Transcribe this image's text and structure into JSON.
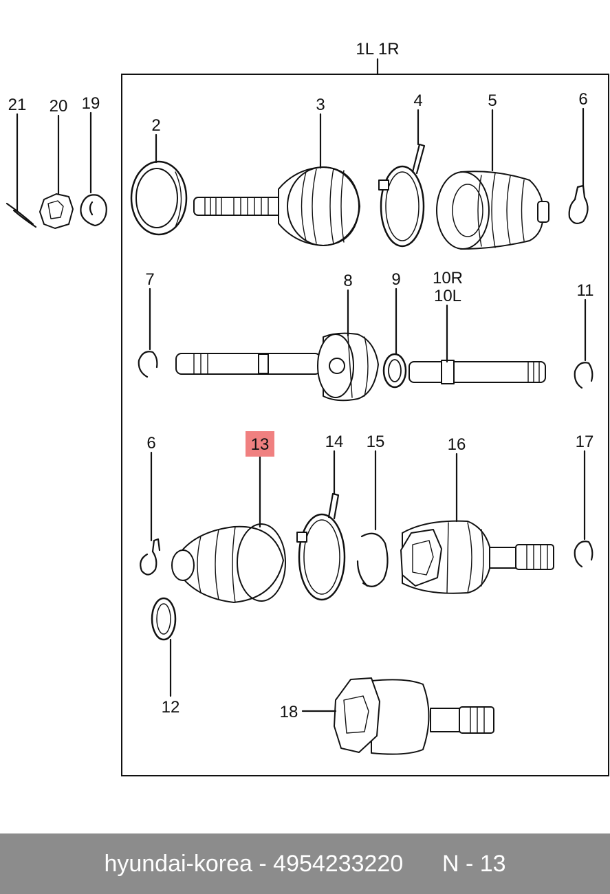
{
  "assembly_label": "1L  1R",
  "callouts": {
    "c2": "2",
    "c3": "3",
    "c4": "4",
    "c5": "5",
    "c6a": "6",
    "c6b": "6",
    "c7": "7",
    "c8": "8",
    "c9": "9",
    "c10r": "10R",
    "c10l": "10L",
    "c11": "11",
    "c12": "12",
    "c13": "13",
    "c14": "14",
    "c15": "15",
    "c16": "16",
    "c17": "17",
    "c18": "18",
    "c19": "19",
    "c20": "20",
    "c21": "21"
  },
  "highlighted_callout": "13",
  "colors": {
    "highlight": "#f08080",
    "footer_bg": "#8c8c8c",
    "footer_text": "#ffffff"
  },
  "footer": {
    "brand": "hyundai-korea",
    "part_number": "4954233220",
    "page": "N - 13"
  }
}
